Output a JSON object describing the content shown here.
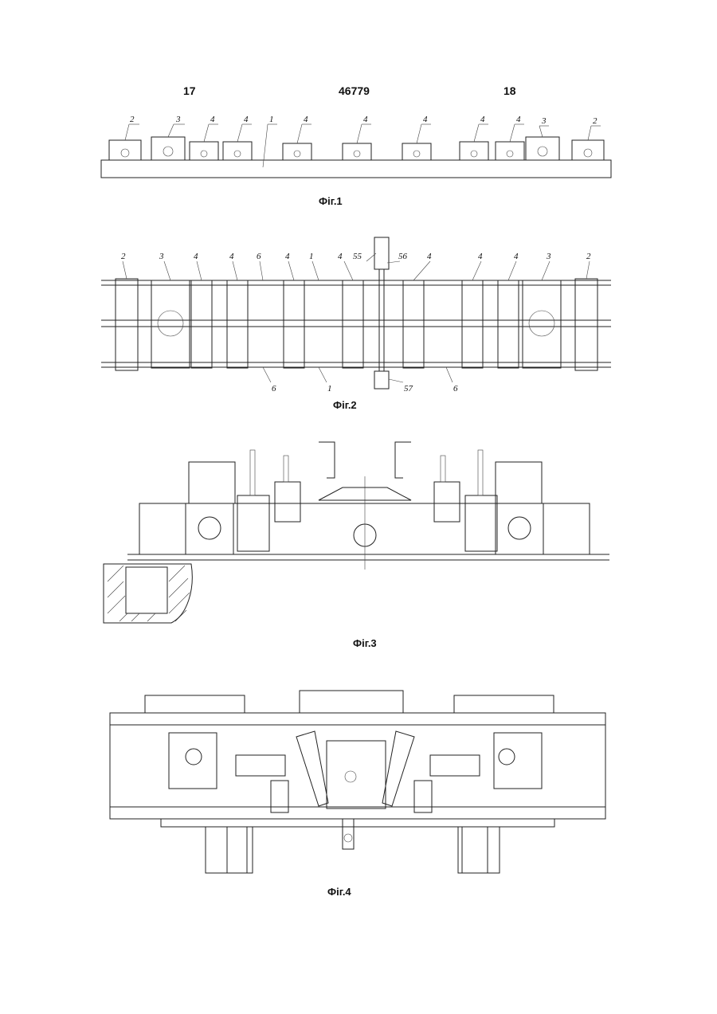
{
  "header": {
    "left_page": "17",
    "patent_number": "46779",
    "right_page": "18"
  },
  "figures": [
    {
      "caption": "Фіг.1",
      "labels": [
        "2",
        "3",
        "4",
        "4",
        "1",
        "4",
        "4",
        "4",
        "4",
        "4",
        "3",
        "2"
      ]
    },
    {
      "caption": "Фіг.2",
      "labels_top": [
        "2",
        "3",
        "4",
        "4",
        "6",
        "4",
        "1",
        "4",
        "55",
        "56",
        "4",
        "4",
        "4",
        "3",
        "2"
      ],
      "labels_bottom": [
        "6",
        "1",
        "57",
        "6"
      ]
    },
    {
      "caption": "Фіг.3"
    },
    {
      "caption": "Фіг.4"
    }
  ]
}
